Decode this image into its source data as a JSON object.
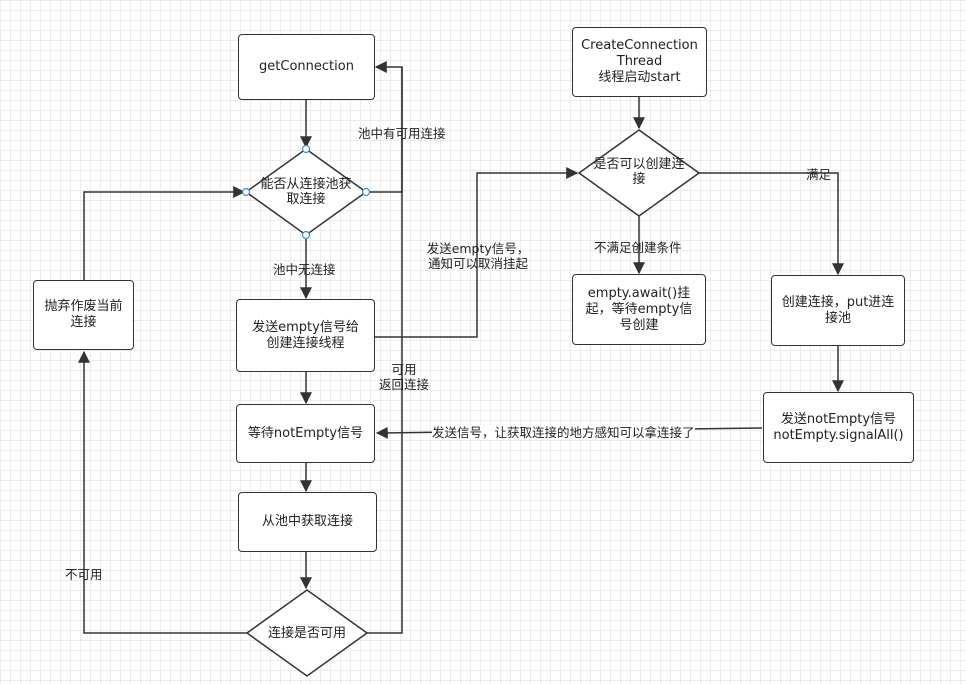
{
  "colors": {
    "stroke": "#333333",
    "handle": "#3b8fd9",
    "grid": "#ececec",
    "background": "#ffffff"
  },
  "nodes": {
    "get_connection": "getConnection",
    "can_get_from_pool": "能否从连接池获\n取连接",
    "send_empty_signal": "发送empty信号给\n创建连接线程",
    "wait_not_empty": "等待notEmpty信号",
    "get_from_pool": "从池中获取连接",
    "is_connection_usable": "连接是否可用",
    "discard_connection": "抛弃作废当前\n连接",
    "create_connection_thread": "CreateConnection\nThread\n线程启动start",
    "can_create_connection": "是否可以创建连\n接",
    "empty_await": "empty.await()挂\n起，等待empty信\n号创建",
    "create_and_put": "创建连接，put进连\n接池",
    "send_not_empty": "发送notEmpty信号\nnotEmpty.signalAll()"
  },
  "edge_labels": {
    "pool_has_available": "池中有可用连接",
    "pool_has_none": "池中无连接",
    "send_empty_notify": "发送empty信号，\n通知可以取消挂起",
    "not_satisfied": "不满足创建条件",
    "satisfied": "满足",
    "usable_return": "可用\n返回连接",
    "send_signal_notify": "发送信号，让获取连接的地方感知可以拿连接了",
    "unusable": "不可用"
  }
}
